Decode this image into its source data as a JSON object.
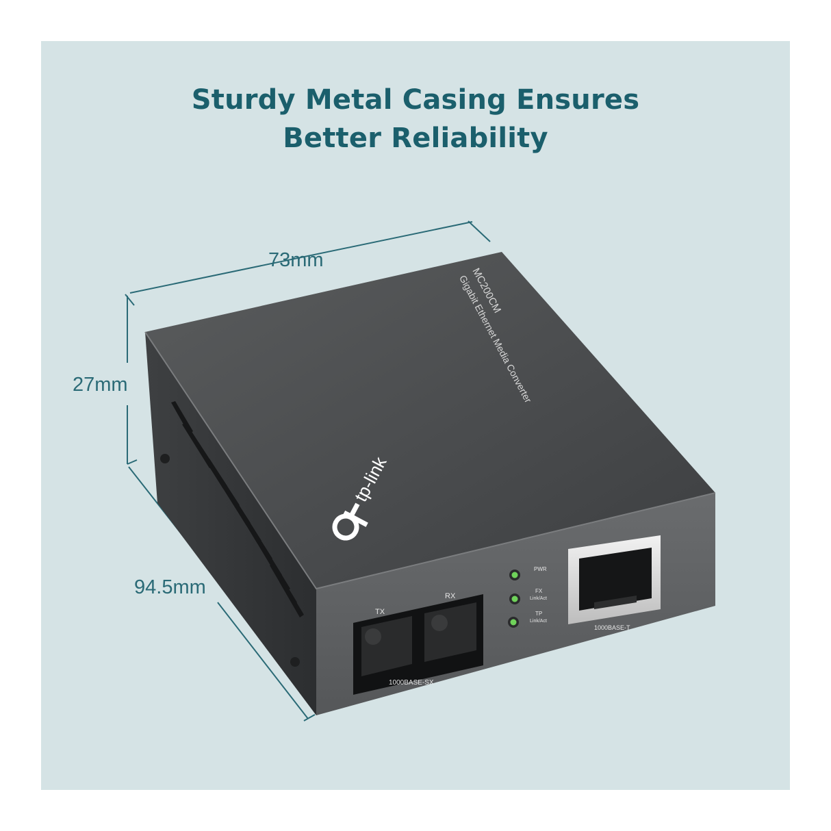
{
  "headline": {
    "line1": "Sturdy Metal Casing Ensures",
    "line2": "Better Reliability"
  },
  "dimensions": {
    "width": "73mm",
    "height": "27mm",
    "depth": "94.5mm"
  },
  "device": {
    "brand": "tp-link",
    "top_label_line1": "MC200CM",
    "top_label_line2": "Gigabit Ethernet Media Converter",
    "fiber_port_tx": "TX",
    "fiber_port_rx": "RX",
    "fiber_port_label": "1000BASE-SX",
    "led_pwr": "PWR",
    "led_fx_line1": "FX",
    "led_fx_line2": "Link/Act",
    "led_tp_line1": "TP",
    "led_tp_line2": "Link/Act",
    "rj45_port_label": "1000BASE-T"
  },
  "colors": {
    "background": "#d5e3e5",
    "accent": "#1b5f6c",
    "led": "#6fd25a"
  }
}
